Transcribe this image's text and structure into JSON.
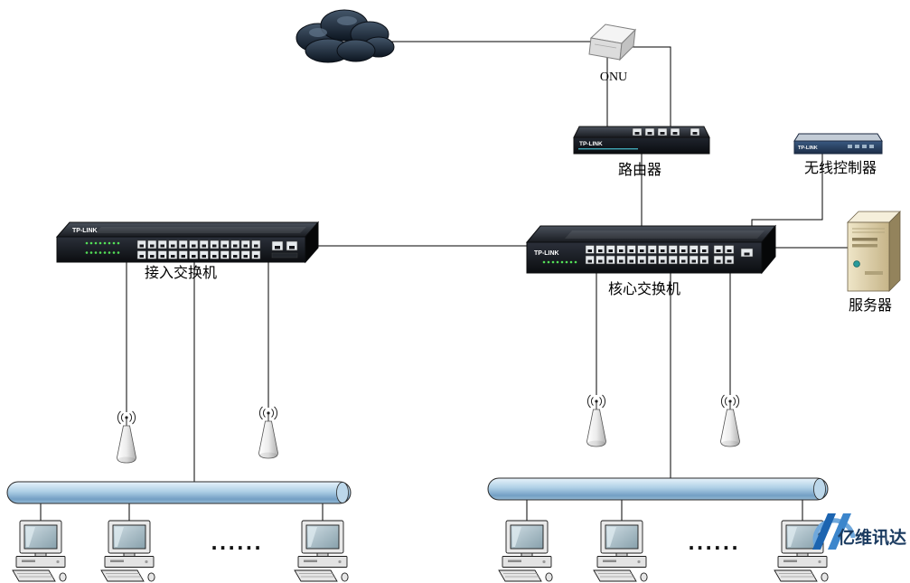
{
  "diagram": {
    "type": "network-topology",
    "nodes": {
      "onu": {
        "label": "ONU"
      },
      "router": {
        "label": "路由器",
        "brand": "TP-LINK"
      },
      "wireless_controller": {
        "label": "无线控制器",
        "brand": "TP-LINK"
      },
      "access_switch": {
        "label": "接入交换机",
        "brand": "TP-LINK"
      },
      "core_switch": {
        "label": "核心交换机",
        "brand": "TP-LINK"
      },
      "server": {
        "label": "服务器"
      }
    },
    "ellipsis": {
      "left": "......",
      "right": "......"
    },
    "watermark": {
      "text": "亿维讯达"
    },
    "edges": [
      [
        "internet_cloud",
        "onu"
      ],
      [
        "onu",
        "router"
      ],
      [
        "router",
        "core_switch"
      ],
      [
        "wireless_controller",
        "core_switch"
      ],
      [
        "access_switch",
        "core_switch"
      ],
      [
        "core_switch",
        "server"
      ],
      [
        "access_switch",
        "ap_left_1"
      ],
      [
        "access_switch",
        "bus_left"
      ],
      [
        "access_switch",
        "ap_left_2"
      ],
      [
        "core_switch",
        "ap_right_1"
      ],
      [
        "core_switch",
        "bus_right"
      ],
      [
        "core_switch",
        "ap_right_2"
      ],
      [
        "bus_left",
        "pc_left_1"
      ],
      [
        "bus_left",
        "pc_left_2"
      ],
      [
        "bus_left",
        "pc_left_3"
      ],
      [
        "bus_right",
        "pc_right_1"
      ],
      [
        "bus_right",
        "pc_right_2"
      ],
      [
        "bus_right",
        "pc_right_3"
      ]
    ],
    "colors": {
      "bus": "#9cc0dc",
      "line": "#000000",
      "watermark": "#1b3b60"
    }
  }
}
